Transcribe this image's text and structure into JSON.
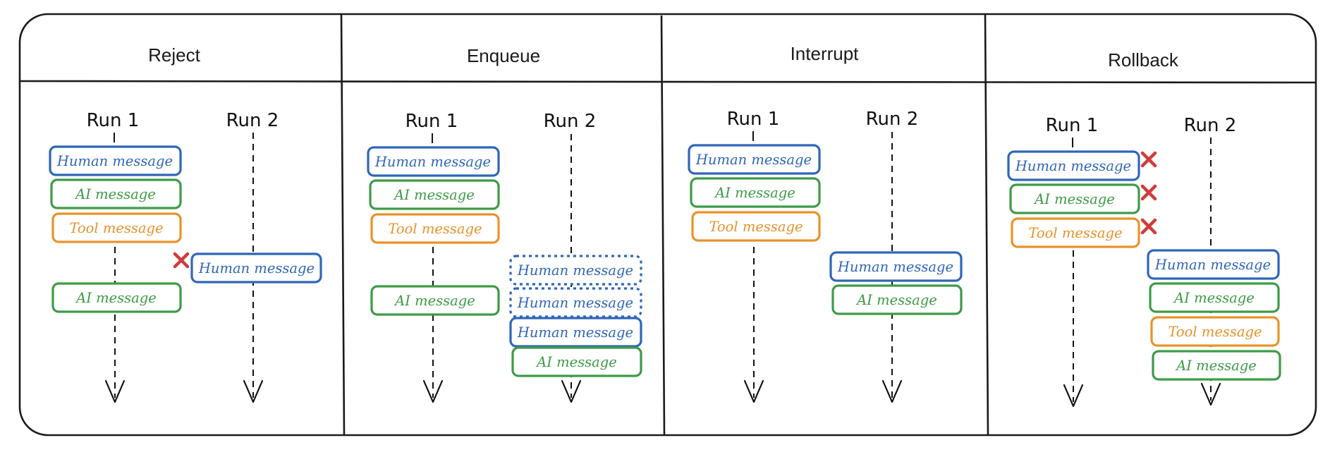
{
  "colors": {
    "human": "#2f66b8",
    "ai": "#3e9a47",
    "tool": "#e9922a",
    "cancel": "#d03b3b"
  },
  "panels": [
    {
      "title": "Reject",
      "run1_label": "Run 1",
      "run2_label": "Run 2",
      "run1_messages": [
        {
          "kind": "human",
          "text": "Human message"
        },
        {
          "kind": "ai",
          "text": "AI message"
        },
        {
          "kind": "tool",
          "text": "Tool message"
        },
        {
          "kind": "ai",
          "text": "AI message"
        }
      ],
      "run2_messages": [
        {
          "kind": "human",
          "text": "Human message",
          "rejected": true
        }
      ]
    },
    {
      "title": "Enqueue",
      "run1_label": "Run 1",
      "run2_label": "Run 2",
      "run1_messages": [
        {
          "kind": "human",
          "text": "Human message"
        },
        {
          "kind": "ai",
          "text": "AI message"
        },
        {
          "kind": "tool",
          "text": "Tool message"
        },
        {
          "kind": "ai",
          "text": "AI message"
        }
      ],
      "run2_messages": [
        {
          "kind": "human",
          "text": "Human message",
          "queued": true
        },
        {
          "kind": "human",
          "text": "Human message",
          "queued": true
        },
        {
          "kind": "human",
          "text": "Human message"
        },
        {
          "kind": "ai",
          "text": "AI message"
        }
      ]
    },
    {
      "title": "Interrupt",
      "run1_label": "Run 1",
      "run2_label": "Run 2",
      "run1_messages": [
        {
          "kind": "human",
          "text": "Human message"
        },
        {
          "kind": "ai",
          "text": "AI message"
        },
        {
          "kind": "tool",
          "text": "Tool message"
        }
      ],
      "run2_messages": [
        {
          "kind": "human",
          "text": "Human message"
        },
        {
          "kind": "ai",
          "text": "AI message"
        }
      ]
    },
    {
      "title": "Rollback",
      "run1_label": "Run 1",
      "run2_label": "Run 2",
      "run1_messages": [
        {
          "kind": "human",
          "text": "Human message",
          "rolled_back": true
        },
        {
          "kind": "ai",
          "text": "AI message",
          "rolled_back": true
        },
        {
          "kind": "tool",
          "text": "Tool message",
          "rolled_back": true
        }
      ],
      "run2_messages": [
        {
          "kind": "human",
          "text": "Human message"
        },
        {
          "kind": "ai",
          "text": "AI message"
        },
        {
          "kind": "tool",
          "text": "Tool message"
        },
        {
          "kind": "ai",
          "text": "AI message"
        }
      ]
    }
  ]
}
